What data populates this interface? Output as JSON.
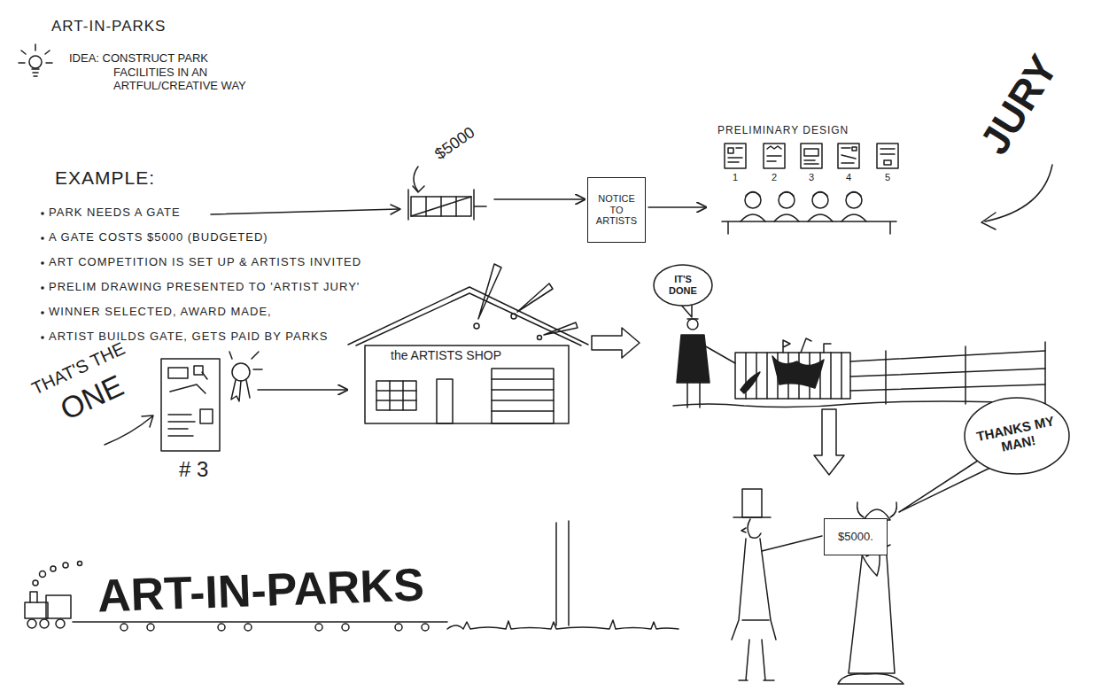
{
  "diagram": {
    "title": "ART-IN-PARKS",
    "nodes": [
      {
        "text": [
          "$5000"
        ]
      },
      {
        "text": [
          "NOTICE TO ARTISTS"
        ]
      },
      {
        "text": [
          "PRELIMINARY DESIGN"
        ]
      },
      {
        "text": [
          "# 3"
        ]
      },
      {
        "text": [
          "the ARTISTS SHOP"
        ]
      },
      {
        "text": [
          "IT'S DONE"
        ]
      },
      {
        "text": [
          "$5000."
        ]
      },
      {
        "text": [
          "THANKS MY MAN!"
        ]
      }
    ],
    "edges": [
      {
        "from": 0,
        "to": 1,
        "arrow": "to"
      },
      {
        "from": 1,
        "to": 2,
        "arrow": "to"
      },
      {
        "from": 3,
        "to": 4,
        "arrow": "to"
      }
    ],
    "labels": [
      "IDEA: CONSTRUCT PARK FACILITIES IN AN ARTFUL/CREATIVE WAY",
      "EXAMPLE:",
      "PARK NEEDS A GATE",
      "A GATE COSTS $5000 (BUDGETED)",
      "ART COMPETITION IS SET UP & ARTISTS INVITED",
      "PRELIM DRAWING PRESENTED TO 'ARTIST JURY'",
      "WINNER SELECTED, AWARD MADE,",
      "ARTIST BUILDS GATE, GETS PAID BY PARKS",
      "1",
      "2",
      "3",
      "4",
      "5",
      "JURY",
      "THAT'S THE ONE",
      "ART-IN-PARKS"
    ]
  }
}
